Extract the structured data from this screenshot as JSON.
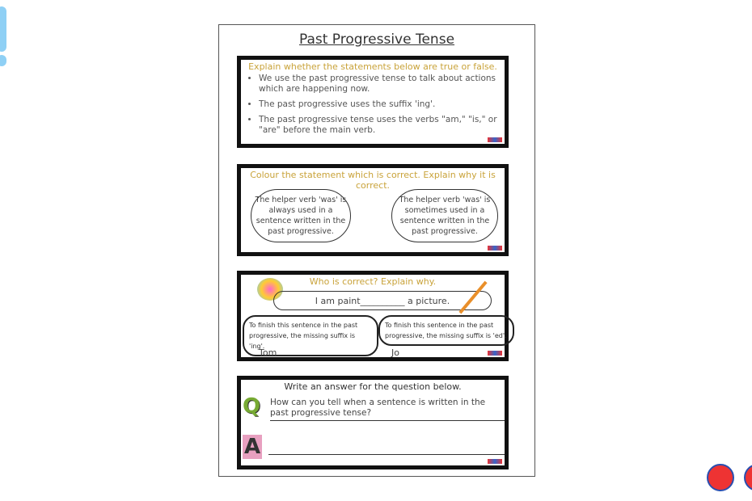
{
  "title": "Past Progressive Tense",
  "section1": {
    "question": "Explain whether the statements below are true or false.",
    "items": [
      "We use the past progressive tense to talk about actions which are happening now.",
      "The past progressive uses the suffix 'ing'.",
      "The past progressive tense uses the verbs \"am,\" \"is,\" or \"are\" before the main verb."
    ]
  },
  "section2": {
    "question": "Colour the statement which is correct. Explain why it is correct.",
    "left": "The helper verb 'was' is always used in a sentence written in the past progressive.",
    "right": "The helper verb 'was' is sometimes used in a sentence written in the past progressive."
  },
  "section3": {
    "question": "Who is correct? Explain why.",
    "sentence": "I am paint__________ a picture.",
    "tom_text": "To finish this sentence in the past progressive, the missing suffix is 'ing'.",
    "tom": "Tom",
    "jo_text": "To finish this sentence in the past progressive, the missing suffix is 'ed'.",
    "jo": "Jo"
  },
  "section4": {
    "question": "Write an answer for the question below.",
    "q_letter": "Q",
    "a_letter": "A",
    "prompt": "How can you tell when a sentence is written in the past progressive tense?"
  }
}
